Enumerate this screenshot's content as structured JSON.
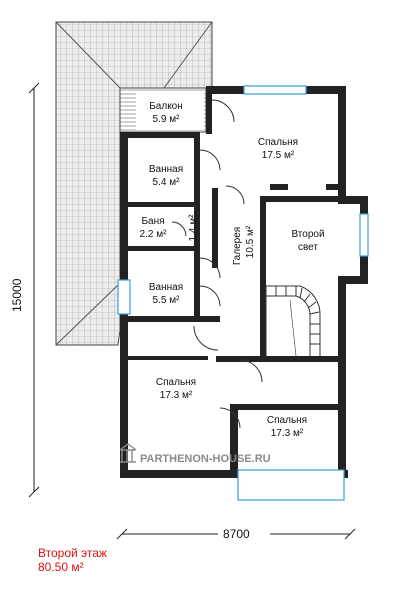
{
  "rooms": {
    "balcony": {
      "name": "Балкон",
      "area": "5.9 м²"
    },
    "bedroom_top": {
      "name": "Спальня",
      "area": "17.5 м²"
    },
    "bath_upper": {
      "name": "Ванная",
      "area": "5.4 м²"
    },
    "sauna": {
      "name": "Баня",
      "area": "2.2 м²"
    },
    "small_room": {
      "area": "1.4 м²"
    },
    "gallery": {
      "name": "Галерея",
      "area": "10.5 м²"
    },
    "second_light": {
      "name": "Второй",
      "name2": "свет"
    },
    "bath_lower": {
      "name": "Ванная",
      "area": "5.5 м²"
    },
    "bedroom_left": {
      "name": "Спальня",
      "area": "17.3 м²"
    },
    "bedroom_right": {
      "name": "Спальня",
      "area": "17.3 м²"
    }
  },
  "dimensions": {
    "height": "15000",
    "width": "8700"
  },
  "watermark": "PARTHENON-HOUSE.RU",
  "caption": {
    "floor": "Второй этаж",
    "area": "80.50 м²",
    "color": "#e01010"
  }
}
